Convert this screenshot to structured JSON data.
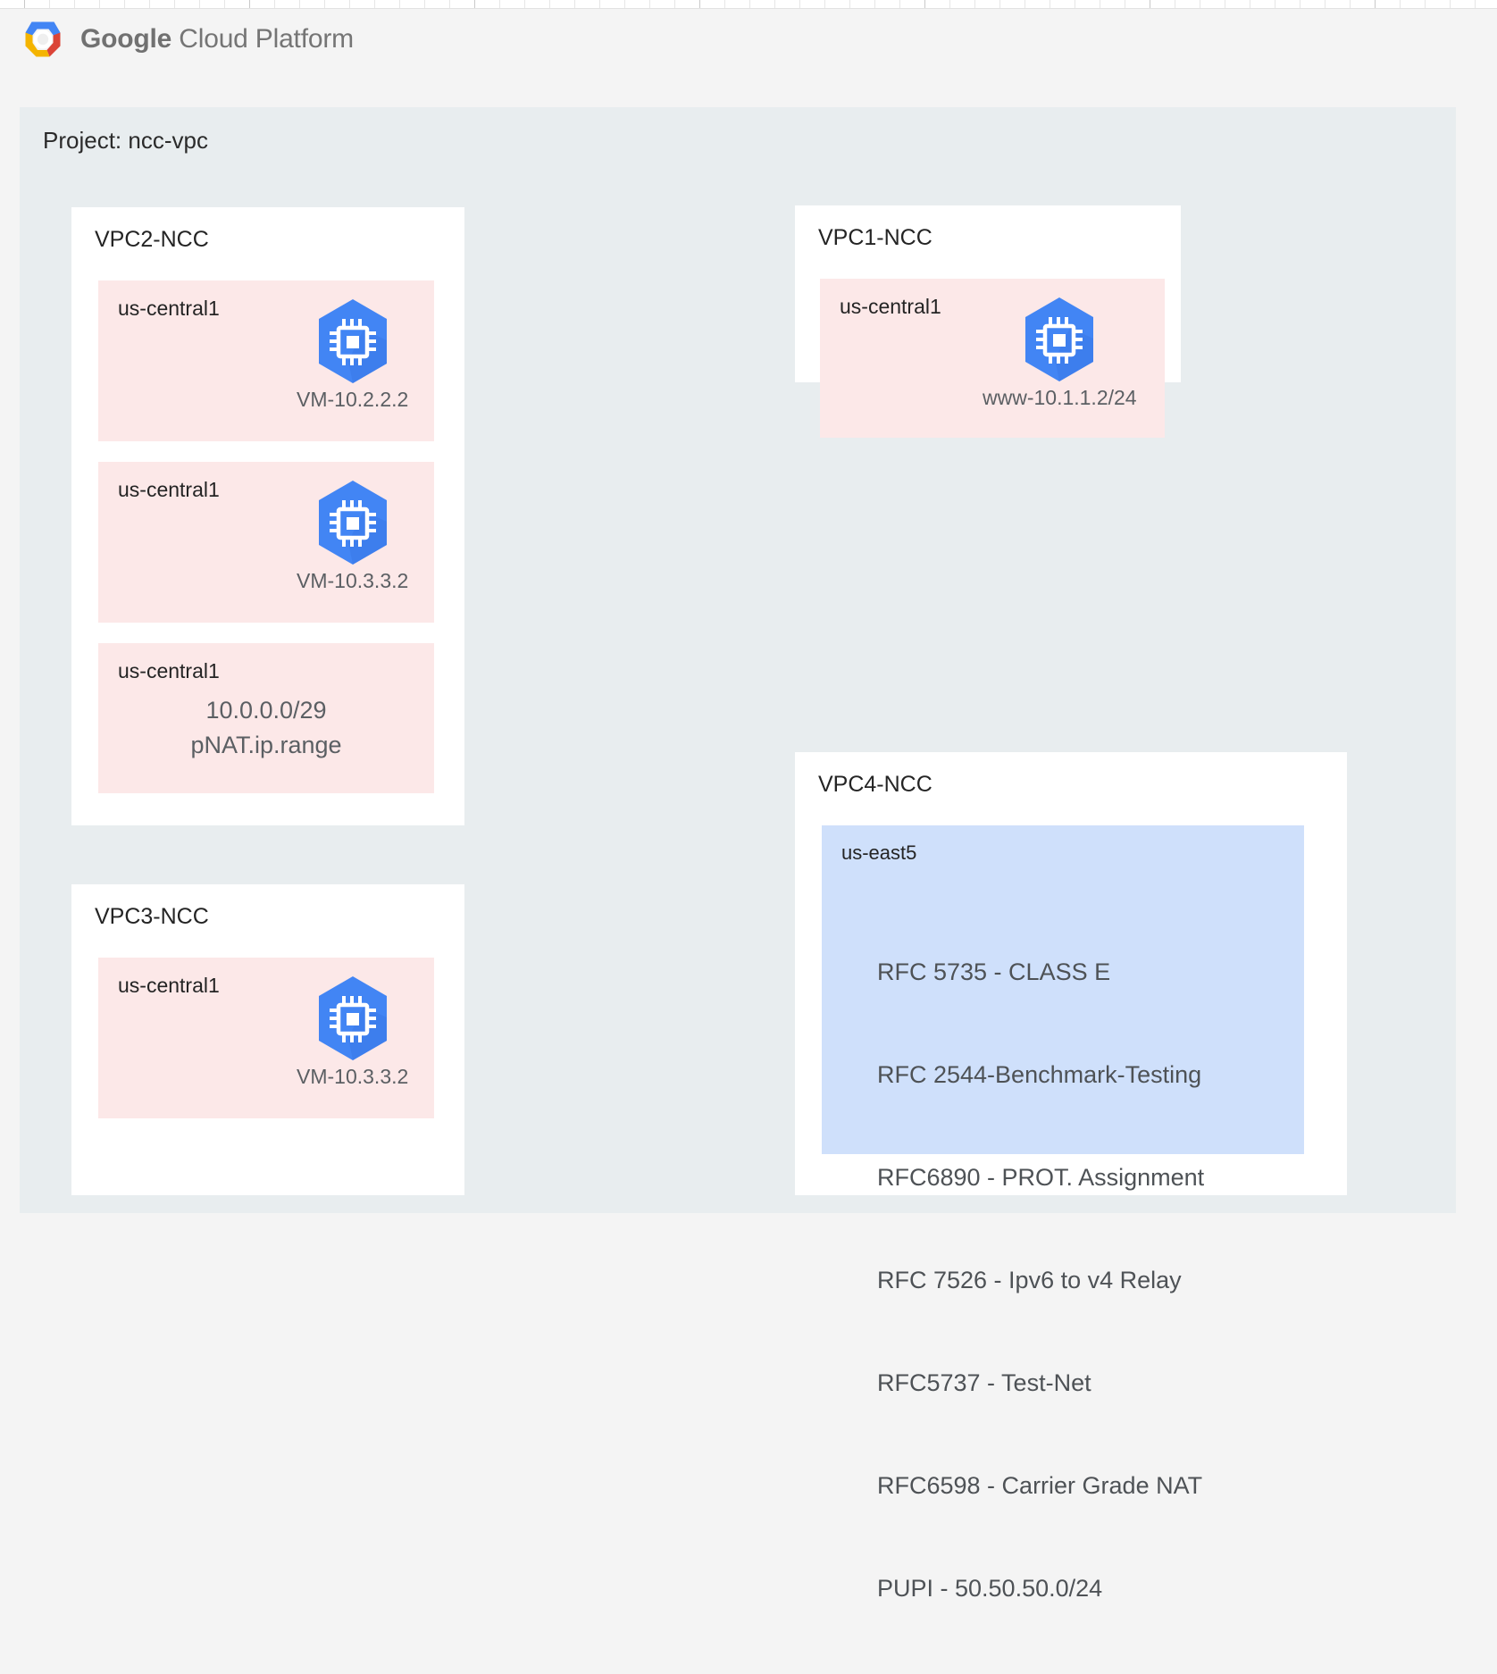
{
  "header": {
    "logo_icon": "google-cloud-hexagon-logo",
    "brand_primary": "Google",
    "brand_secondary": "Cloud Platform",
    "logo_colors": {
      "blue": "#4285F4",
      "red": "#DB4437",
      "yellow": "#F4B400",
      "green": "#0F9D58"
    }
  },
  "project": {
    "label": "Project: ncc-vpc"
  },
  "colors": {
    "panel_background": "#e8edef",
    "card_background": "#ffffff",
    "zone_pink": "#fce8e8",
    "zone_blue": "#cfe0fb",
    "vm_hex_blue": "#4285f4",
    "page_background": "#f4f4f4"
  },
  "vpcs": [
    {
      "name": "VPC2-NCC",
      "tiles": [
        {
          "zone": "us-central1",
          "kind": "vm",
          "vm_icon": "compute-engine-vm-icon",
          "vm_label": "VM-10.2.2.2"
        },
        {
          "zone": "us-central1",
          "kind": "vm",
          "vm_icon": "compute-engine-vm-icon",
          "vm_label": "VM-10.3.3.2"
        },
        {
          "zone": "us-central1",
          "kind": "text",
          "text": "10.0.0.0/29\npNAT.ip.range"
        }
      ]
    },
    {
      "name": "VPC1-NCC",
      "tiles": [
        {
          "zone": "us-central1",
          "kind": "vm",
          "vm_icon": "compute-engine-vm-icon",
          "vm_label": "www-10.1.1.2/24"
        }
      ]
    },
    {
      "name": "VPC3-NCC",
      "tiles": [
        {
          "zone": "us-central1",
          "kind": "vm",
          "vm_icon": "compute-engine-vm-icon",
          "vm_label": "VM-10.3.3.2"
        }
      ]
    },
    {
      "name": "VPC4-NCC",
      "tiles": [
        {
          "zone": "us-east5",
          "kind": "list",
          "lines": [
            "RFC 5735 - CLASS E",
            "RFC 2544-Benchmark-Testing",
            "RFC6890 - PROT. Assignment",
            "RFC 7526 - Ipv6 to v4 Relay",
            "RFC5737 - Test-Net",
            "RFC6598 - Carrier Grade NAT",
            "PUPI - 50.50.50.0/24"
          ]
        }
      ]
    }
  ]
}
